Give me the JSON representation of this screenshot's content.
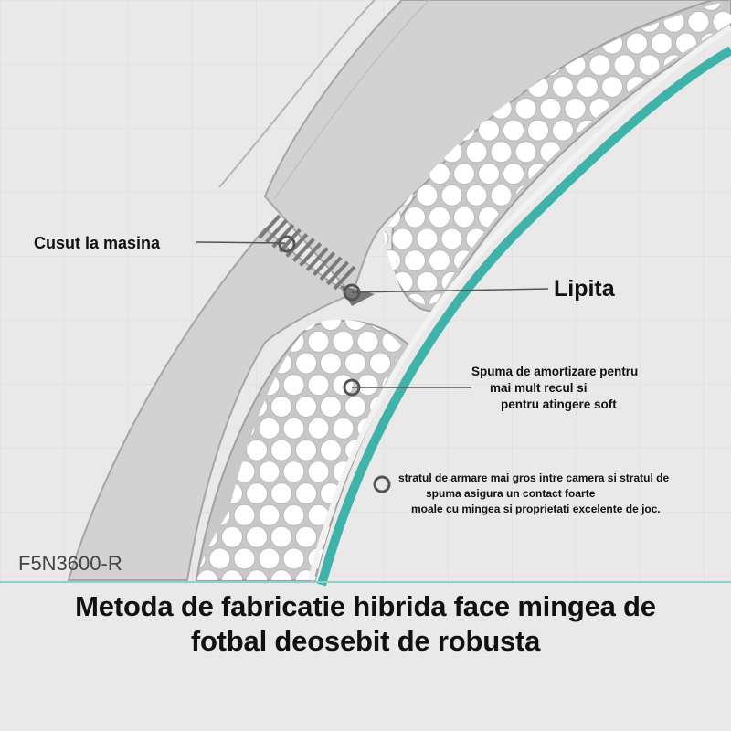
{
  "labels": {
    "machine_stitched": "Cusut la masina",
    "glued": "Lipita",
    "foam_line1": "Spuma de amortizare pentru",
    "foam_line2": "mai mult recul si",
    "foam_line3": "pentru atingere soft",
    "reinforcement_line1": "stratul de armare mai gros intre camera si stratul de",
    "reinforcement_line2": "spuma asigura un contact foarte",
    "reinforcement_line3": "moale cu mingea si proprietati excelente de joc.",
    "model_code": "F5N3600-R"
  },
  "caption": {
    "line1": "Metoda de fabricatie hibrida face mingea de",
    "line2": "fotbal deosebit de robusta"
  },
  "colors": {
    "background": "#e9e9e9",
    "grid": "#dddddd",
    "panel_fill": "#d5d5d5",
    "foam_fill": "#c6c6c6",
    "bubble": "#ffffff",
    "bubble_stroke": "#b8b8b8",
    "teal_layer": "#3fb2aa",
    "stitch": "#7a7a7a",
    "outline": "#9a9a9a",
    "marker": "#555555"
  }
}
